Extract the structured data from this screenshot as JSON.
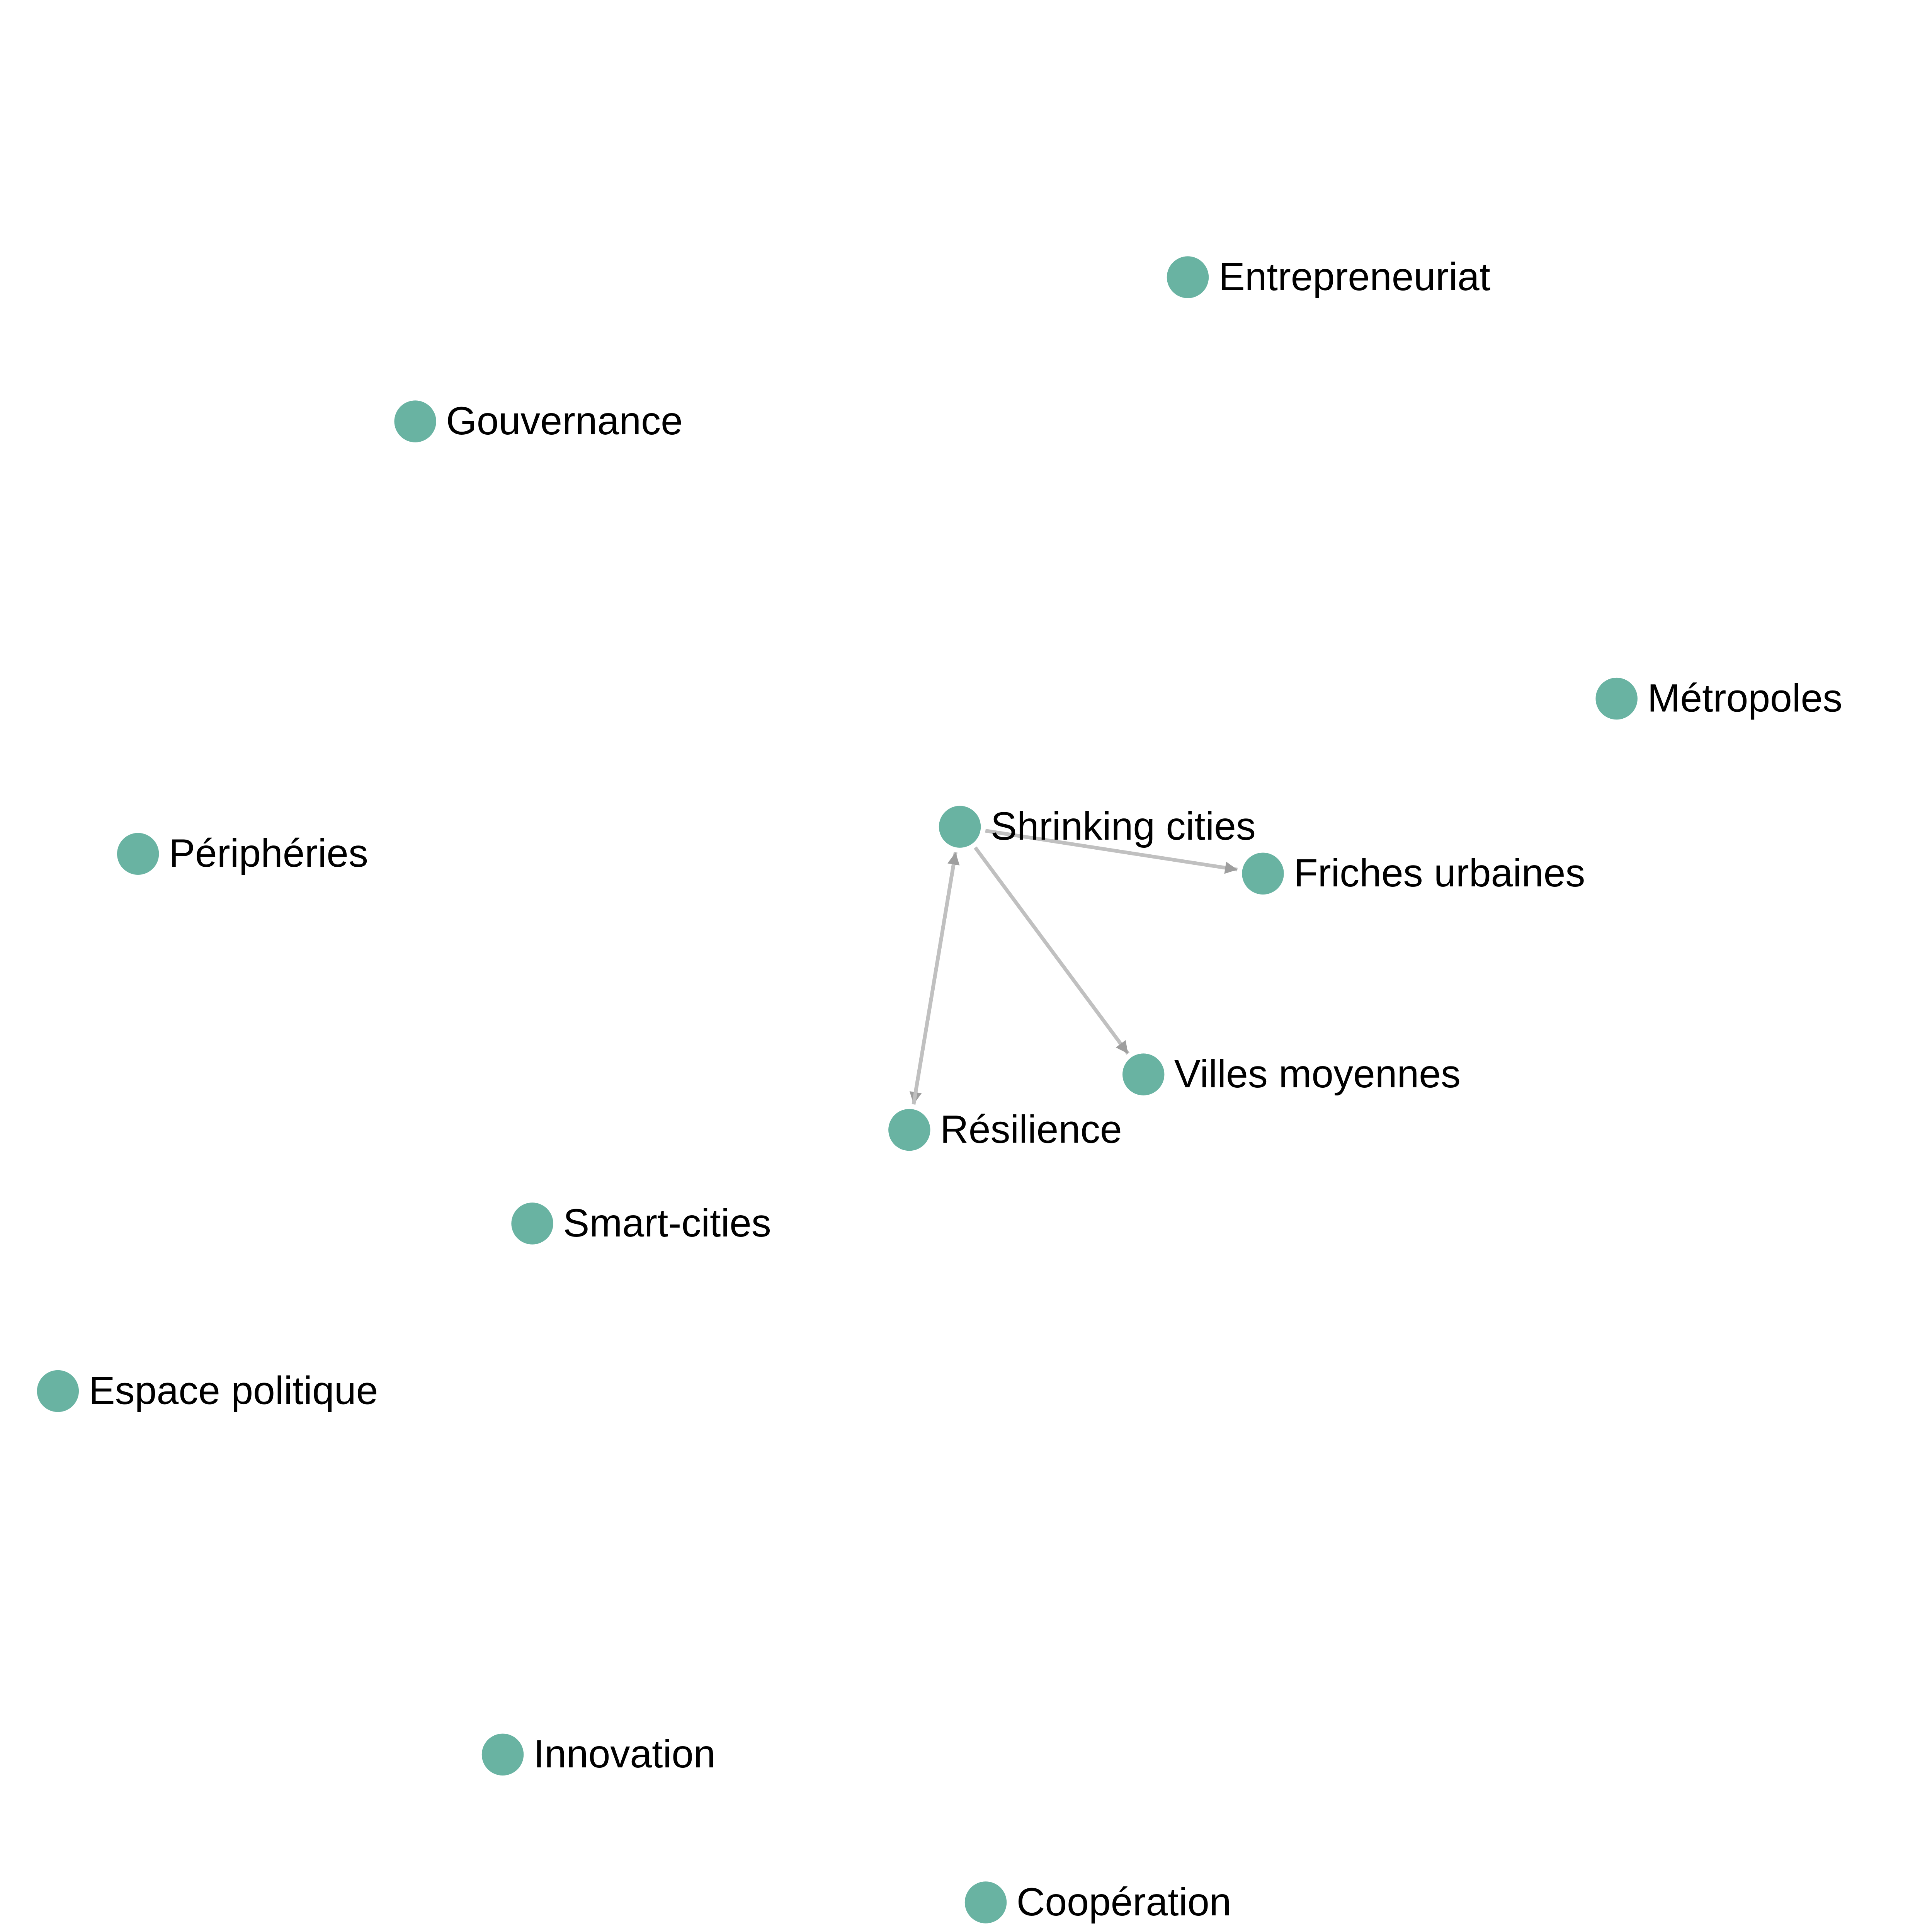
{
  "graph": {
    "node_color": "#69b3a2",
    "edge_color": "#c0c0c0",
    "arrow_color": "#9e9e9e",
    "nodes": [
      {
        "id": "entrepreneuriat",
        "label": "Entrepreneuriat"
      },
      {
        "id": "gouvernance",
        "label": "Gouvernance"
      },
      {
        "id": "metropoles",
        "label": "Métropoles"
      },
      {
        "id": "shrinking",
        "label": "Shrinking cities"
      },
      {
        "id": "friches",
        "label": "Friches urbaines"
      },
      {
        "id": "peripheries",
        "label": "Périphéries"
      },
      {
        "id": "villes",
        "label": "Villes moyennes"
      },
      {
        "id": "resilience",
        "label": "Résilience"
      },
      {
        "id": "smart",
        "label": "Smart-cities"
      },
      {
        "id": "espace",
        "label": "Espace politique"
      },
      {
        "id": "innovation",
        "label": "Innovation"
      },
      {
        "id": "cooperation",
        "label": "Coopération"
      }
    ],
    "edges": [
      {
        "source": "shrinking",
        "target": "friches"
      },
      {
        "source": "shrinking",
        "target": "villes"
      },
      {
        "source": "shrinking",
        "target": "resilience"
      },
      {
        "source": "resilience",
        "target": "shrinking"
      }
    ]
  }
}
